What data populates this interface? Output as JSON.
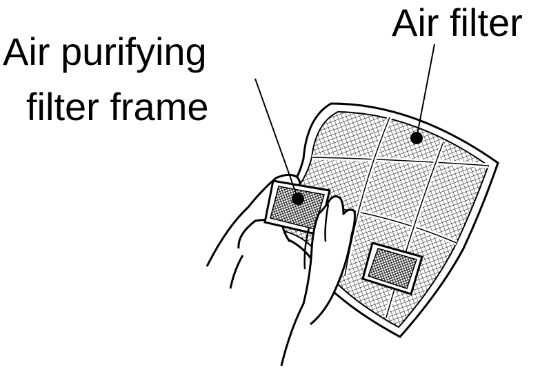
{
  "labels": {
    "air_filter": "Air filter",
    "purifying_frame_line1": "Air purifying",
    "purifying_frame_line2": "filter frame"
  }
}
